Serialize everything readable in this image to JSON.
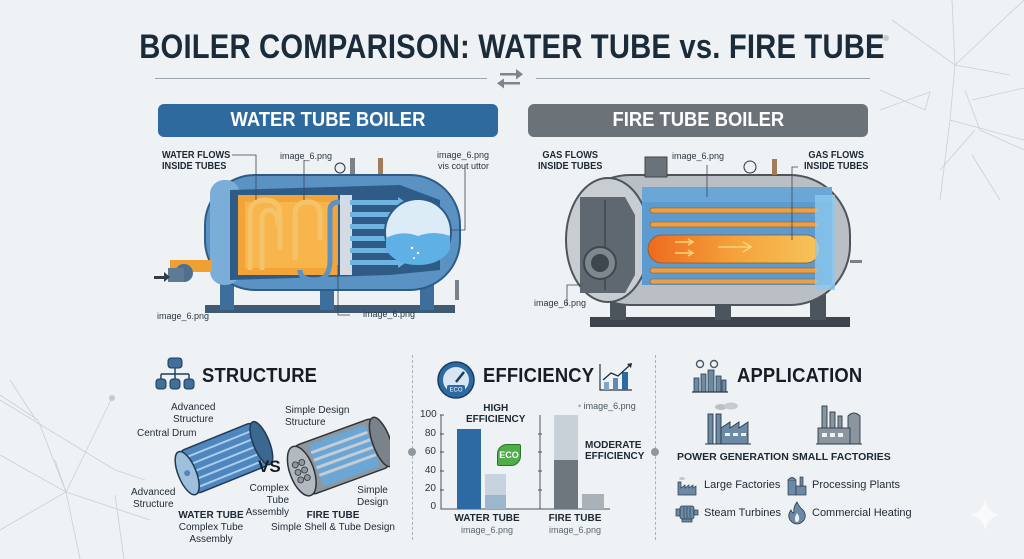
{
  "title": "BOILER COMPARISON: WATER TUBE vs. FIRE TUBE",
  "icons": {
    "swap": "swap-arrows-icon",
    "structure": "hierarchy-icon",
    "efficiency": "eco-gauge-icon",
    "efficiency_chart": "bar-chart-trend-icon",
    "application": "industrial-gears-icon",
    "sparkle": "sparkle-icon"
  },
  "water_tube": {
    "header": "WATER TUBE BOILER",
    "callouts": {
      "top_left": "WATER FLOWS\nINSIDE TUBES",
      "top_left_line1": "WATER FLOWS",
      "top_left_line2": "INSIDE TUBES",
      "top_center": "image_6.png",
      "top_right_line1": "image_6.png",
      "top_right_line2": "vis cout uttor",
      "bottom_left": "image_6.png",
      "bottom_center": "image_6.png"
    },
    "colors": {
      "shell": "#4a82b8",
      "fire": "#f0a030",
      "water": "#7fc4ea",
      "tube": "#2f6fb0"
    }
  },
  "fire_tube": {
    "header": "FIRE TUBE BOILER",
    "callouts": {
      "top_left_line1": "GAS FLOWS",
      "top_left_line2": "INSIDE TUBES",
      "top_center": "image_6.png",
      "top_right_line1": "GAS FLOWS",
      "top_right_line2": "INSIDE TUBES",
      "bottom_left": "image_6.png"
    },
    "colors": {
      "shell": "#a4aab0",
      "fire": "#f08a28",
      "water": "#6fb6e2"
    }
  },
  "structure": {
    "title": "STRUCTURE",
    "vs": "VS",
    "water": {
      "labels": [
        "Advanced",
        "Structure",
        "Central Drum",
        "Advanced",
        "Structure",
        "Complex",
        "Tube Assembly"
      ],
      "name": "WATER TUBE",
      "desc": "Complex Tube Assembly"
    },
    "fire": {
      "labels": [
        "Simple Design",
        "Structure",
        "Simple",
        "Design"
      ],
      "name": "FIRE TUBE",
      "desc": "Simple Shell & Tube Design"
    }
  },
  "efficiency": {
    "title": "EFFICIENCY",
    "water_label_line1": "HIGH",
    "water_label_line2": "EFFICIENCY",
    "eco_badge": "ECO",
    "gauge_text": "ECO",
    "fire_label_line1": "MODERATE",
    "fire_label_line2": "EFFICIENCY",
    "legend_note": "image_6.png",
    "water_name": "WATER TUBE",
    "water_sub": "image_6.png",
    "fire_name": "FIRE TUBE",
    "fire_sub": "image_6.png",
    "y_ticks": [
      "100",
      "80",
      "60",
      "40",
      "20",
      "0"
    ]
  },
  "chart_data": {
    "type": "bar",
    "title": "EFFICIENCY",
    "ylim": [
      0,
      100
    ],
    "y_ticks": [
      0,
      20,
      40,
      60,
      80,
      100
    ],
    "grid": false,
    "groups": [
      {
        "name": "WATER TUBE",
        "annotation": "HIGH EFFICIENCY",
        "bars": [
          {
            "label": "main",
            "value": 85,
            "color": "#2d6aa3"
          },
          {
            "label": "secondary-light",
            "value": 37,
            "color": "#c7d3de"
          },
          {
            "label": "secondary-dark",
            "value": 15,
            "color": "#9cb6cc"
          }
        ]
      },
      {
        "name": "FIRE TUBE",
        "annotation": "MODERATE EFFICIENCY",
        "bars": [
          {
            "label": "main-total",
            "value": 100,
            "color": "#c9d1d8"
          },
          {
            "label": "main-filled",
            "value": 52,
            "color": "#6e777e"
          },
          {
            "label": "secondary",
            "value": 16,
            "color": "#aab2b9"
          }
        ]
      }
    ]
  },
  "application": {
    "title": "APPLICATION",
    "categories": [
      {
        "name": "POWER GENERATION",
        "icon": "power-plant-icon"
      },
      {
        "name": "SMALL FACTORIES",
        "icon": "small-factory-icon"
      }
    ],
    "items": [
      {
        "label": "Large Factories",
        "icon": "factory-icon"
      },
      {
        "label": "Processing Plants",
        "icon": "processing-plant-icon"
      },
      {
        "label": "Steam Turbines",
        "icon": "turbine-icon"
      },
      {
        "label": "Commercial Heating",
        "icon": "flame-icon"
      }
    ]
  }
}
